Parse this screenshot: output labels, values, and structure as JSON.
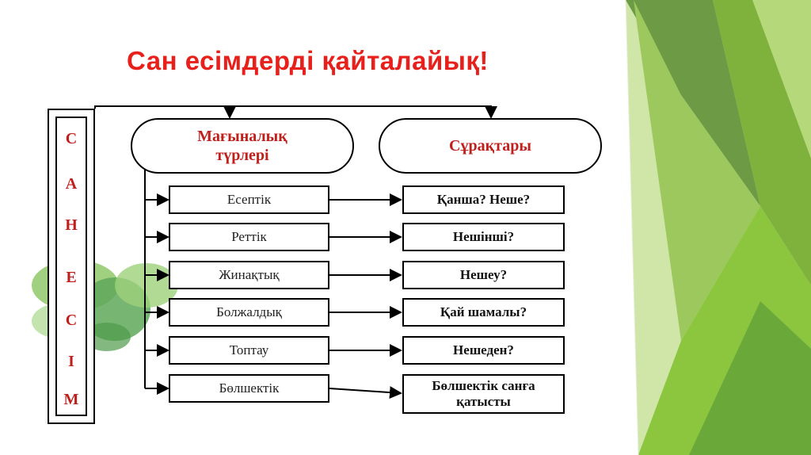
{
  "slide": {
    "title": "Сан есімдерді қайталайық!",
    "vertical_letters": [
      "С",
      "А",
      "Н",
      "Е",
      "С",
      "І",
      "М"
    ]
  },
  "diagram": {
    "header_left": "Мағыналық түрлері",
    "header_right": "Сұрақтары",
    "rows": [
      {
        "type": "Есептік",
        "question": "Қанша? Неше?"
      },
      {
        "type": "Реттік",
        "question": "Нешінші?"
      },
      {
        "type": "Жинақтық",
        "question": "Нешеу?"
      },
      {
        "type": "Болжалдық",
        "question": "Қай шамалы?"
      },
      {
        "type": "Топтау",
        "question": "Нешеден?"
      },
      {
        "type": "Бөлшектік",
        "question": "Бөлшектік санға қатысты"
      }
    ]
  },
  "colors": {
    "title": "#e8201c",
    "header_text": "#c0201c",
    "green_dark": "#5e9a2e",
    "green_light": "#a8d05a"
  }
}
